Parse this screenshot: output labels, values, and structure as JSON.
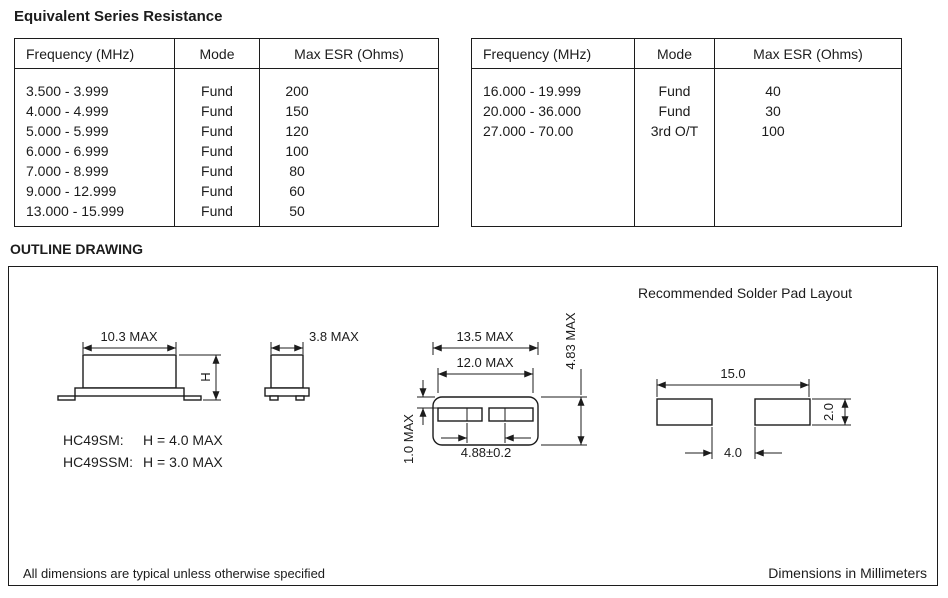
{
  "esr": {
    "title": "Equivalent Series Resistance",
    "left_table": {
      "headers": [
        "Frequency (MHz)",
        "Mode",
        "Max ESR (Ohms)"
      ],
      "rows": [
        [
          "3.500 - 3.999",
          "Fund",
          "200"
        ],
        [
          "4.000 - 4.999",
          "Fund",
          "150"
        ],
        [
          "5.000 - 5.999",
          "Fund",
          "120"
        ],
        [
          "6.000 - 6.999",
          "Fund",
          "100"
        ],
        [
          "7.000 - 8.999",
          "Fund",
          "80"
        ],
        [
          "9.000 - 12.999",
          "Fund",
          "60"
        ],
        [
          "13.000 - 15.999",
          "Fund",
          "50"
        ]
      ]
    },
    "right_table": {
      "headers": [
        "Frequency (MHz)",
        "Mode",
        "Max ESR (Ohms)"
      ],
      "rows": [
        [
          "16.000 - 19.999",
          "Fund",
          "40"
        ],
        [
          "20.000 - 36.000",
          "Fund",
          "30"
        ],
        [
          "27.000 - 70.00",
          "3rd O/T",
          "100"
        ]
      ]
    }
  },
  "outline": {
    "title": "OUTLINE DRAWING",
    "solder_pad_title": "Recommended Solder Pad Layout",
    "side_view": {
      "width_dim": "10.3 MAX",
      "height_dim": "H"
    },
    "end_view": {
      "width_dim": "3.8 MAX"
    },
    "bottom_view": {
      "outer_dim": "13.5 MAX",
      "inner_dim": "12.0 MAX",
      "body_width_dim": "4.83 MAX",
      "lead_offset_dim": "1.0 MAX",
      "lead_spacing_dim": "4.88±0.2"
    },
    "pad_layout": {
      "span_dim": "15.0",
      "gap_dim": "4.0",
      "pad_height_dim": "2.0"
    },
    "notes": [
      {
        "model": "HC49SM:",
        "value": "H = 4.0 MAX"
      },
      {
        "model": "HC49SSM:",
        "value": "H = 3.0 MAX"
      }
    ],
    "footer_left": "All dimensions are typical unless otherwise specified",
    "footer_right": "Dimensions in Millimeters"
  }
}
